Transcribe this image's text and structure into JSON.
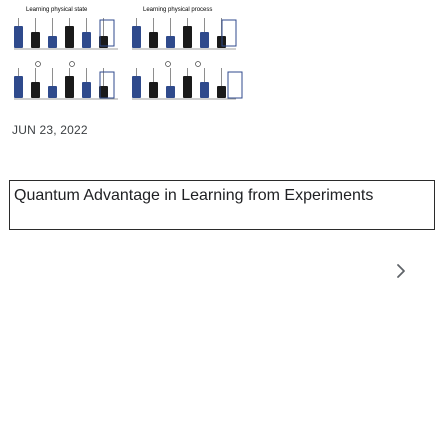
{
  "post": {
    "thumbnail": {
      "label_left": "Learning physical state",
      "label_right": "Learning physical process",
      "accent_color": "#2f4a8c"
    },
    "date": "JUN 23, 2022",
    "title": "Quantum Advantage in Learning from Experiments"
  },
  "nav": {
    "next_icon": "chevron-right-icon",
    "icon_color": "#5f6368"
  }
}
